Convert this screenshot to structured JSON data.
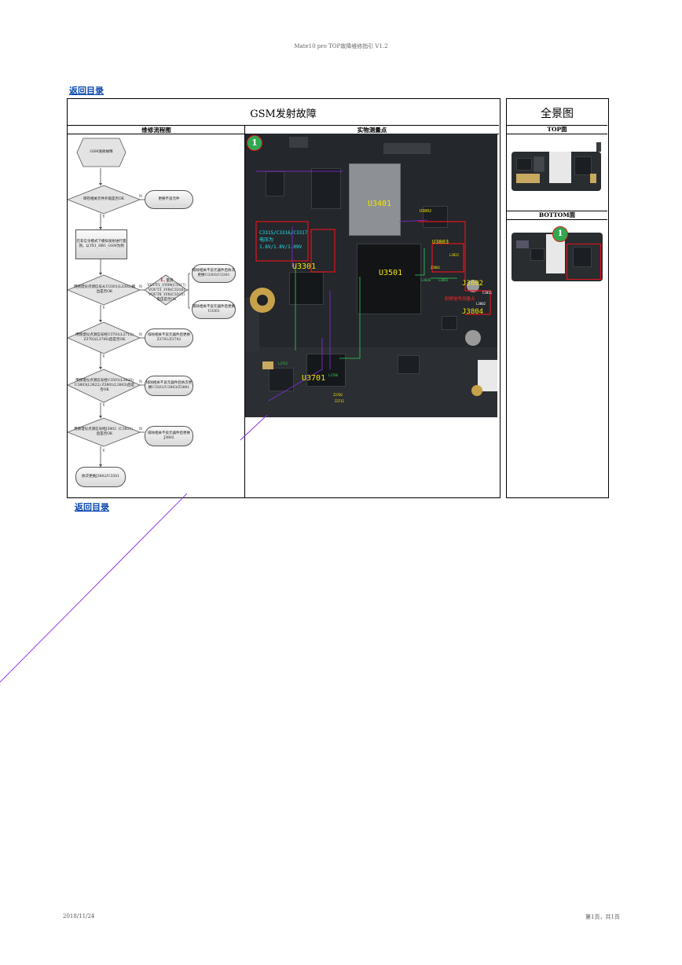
{
  "page_header": "Mate10 pro TOP故障维修指引 V1.2",
  "nav": {
    "back_top": "返回目录",
    "back_bottom": "返回目录"
  },
  "table": {
    "title": "GSM发射故障",
    "col_flow": "维修流程图",
    "col_points": "实物测量点",
    "overview_title": "全景图",
    "top_label": "TOP面",
    "bottom_label": "BOTTOM面"
  },
  "flowchart": {
    "start": "GSM发射故障",
    "q1": "目检相关元件外观是否OK",
    "a1": "更换不良元件",
    "step2": "在非信令模式下模拟发射进行量测，以TX1_HB1_GSM为例",
    "q3": "用频谱仪点测信号从U3301(L3302)输出是否OK",
    "q3b_num": "1.",
    "q3b": "量测 VOUT1_1V09(C3317) VOUT3_1V8(C3316) VOUT8_1V8(C3315) 电压是否OK",
    "a3a": "排除相关不良元器件后依次更换U3303/U3301",
    "a3b": "排除相关不良元器件后更换U3301",
    "q4": "用频谱仪点测信号经U3701(L3712) Z3702(L3706)后是否OK",
    "a4": "排除相关不良元器件后更换Z3701/Z3702",
    "q5": "用频谱仪点测信号经U3501(L3820) U3803(L3822) Z3801(L3803)后是否OK",
    "a5": "排除相关不良元器件后依次更换U3501/U3803/Z3801",
    "q6": "用频谱仪点测信号经J3802（C3811）后是否OK",
    "a6": "排除相关不良元器件后更换J3802",
    "end": "依次更换J3802/U3501",
    "yes": "Y",
    "no": "N"
  },
  "board_labels": {
    "badge": "1",
    "u3401": "U3401",
    "u3301": "U3301",
    "u3501": "U3501",
    "u3701": "U3701",
    "u3802": "U3802",
    "u3803": "U3803",
    "j3802": "J3802",
    "j3804": "J3804",
    "caps": "C3315/C3316/C3317电压为1.8V/1.8V/1.09V",
    "red_note": "射频信号测量点",
    "l3820": "L3820",
    "l3822": "L3822",
    "z3801": "Z3801",
    "l3803": "L3803",
    "c3811": "C3811",
    "l3802": "L3802",
    "l3712": "L3712",
    "l3706": "L3706",
    "z3702": "Z3702",
    "z3712": "Z3712"
  },
  "footer": {
    "date": "2018/11/24",
    "page": "第1页，共1页"
  },
  "colors": {
    "link": "#0645ad",
    "badge": "#2fa84f",
    "yellow_label": "#f3e600",
    "cyan_label": "#27e3f0",
    "red_box": "#e0141e",
    "purple_line": "#8a2be2"
  }
}
